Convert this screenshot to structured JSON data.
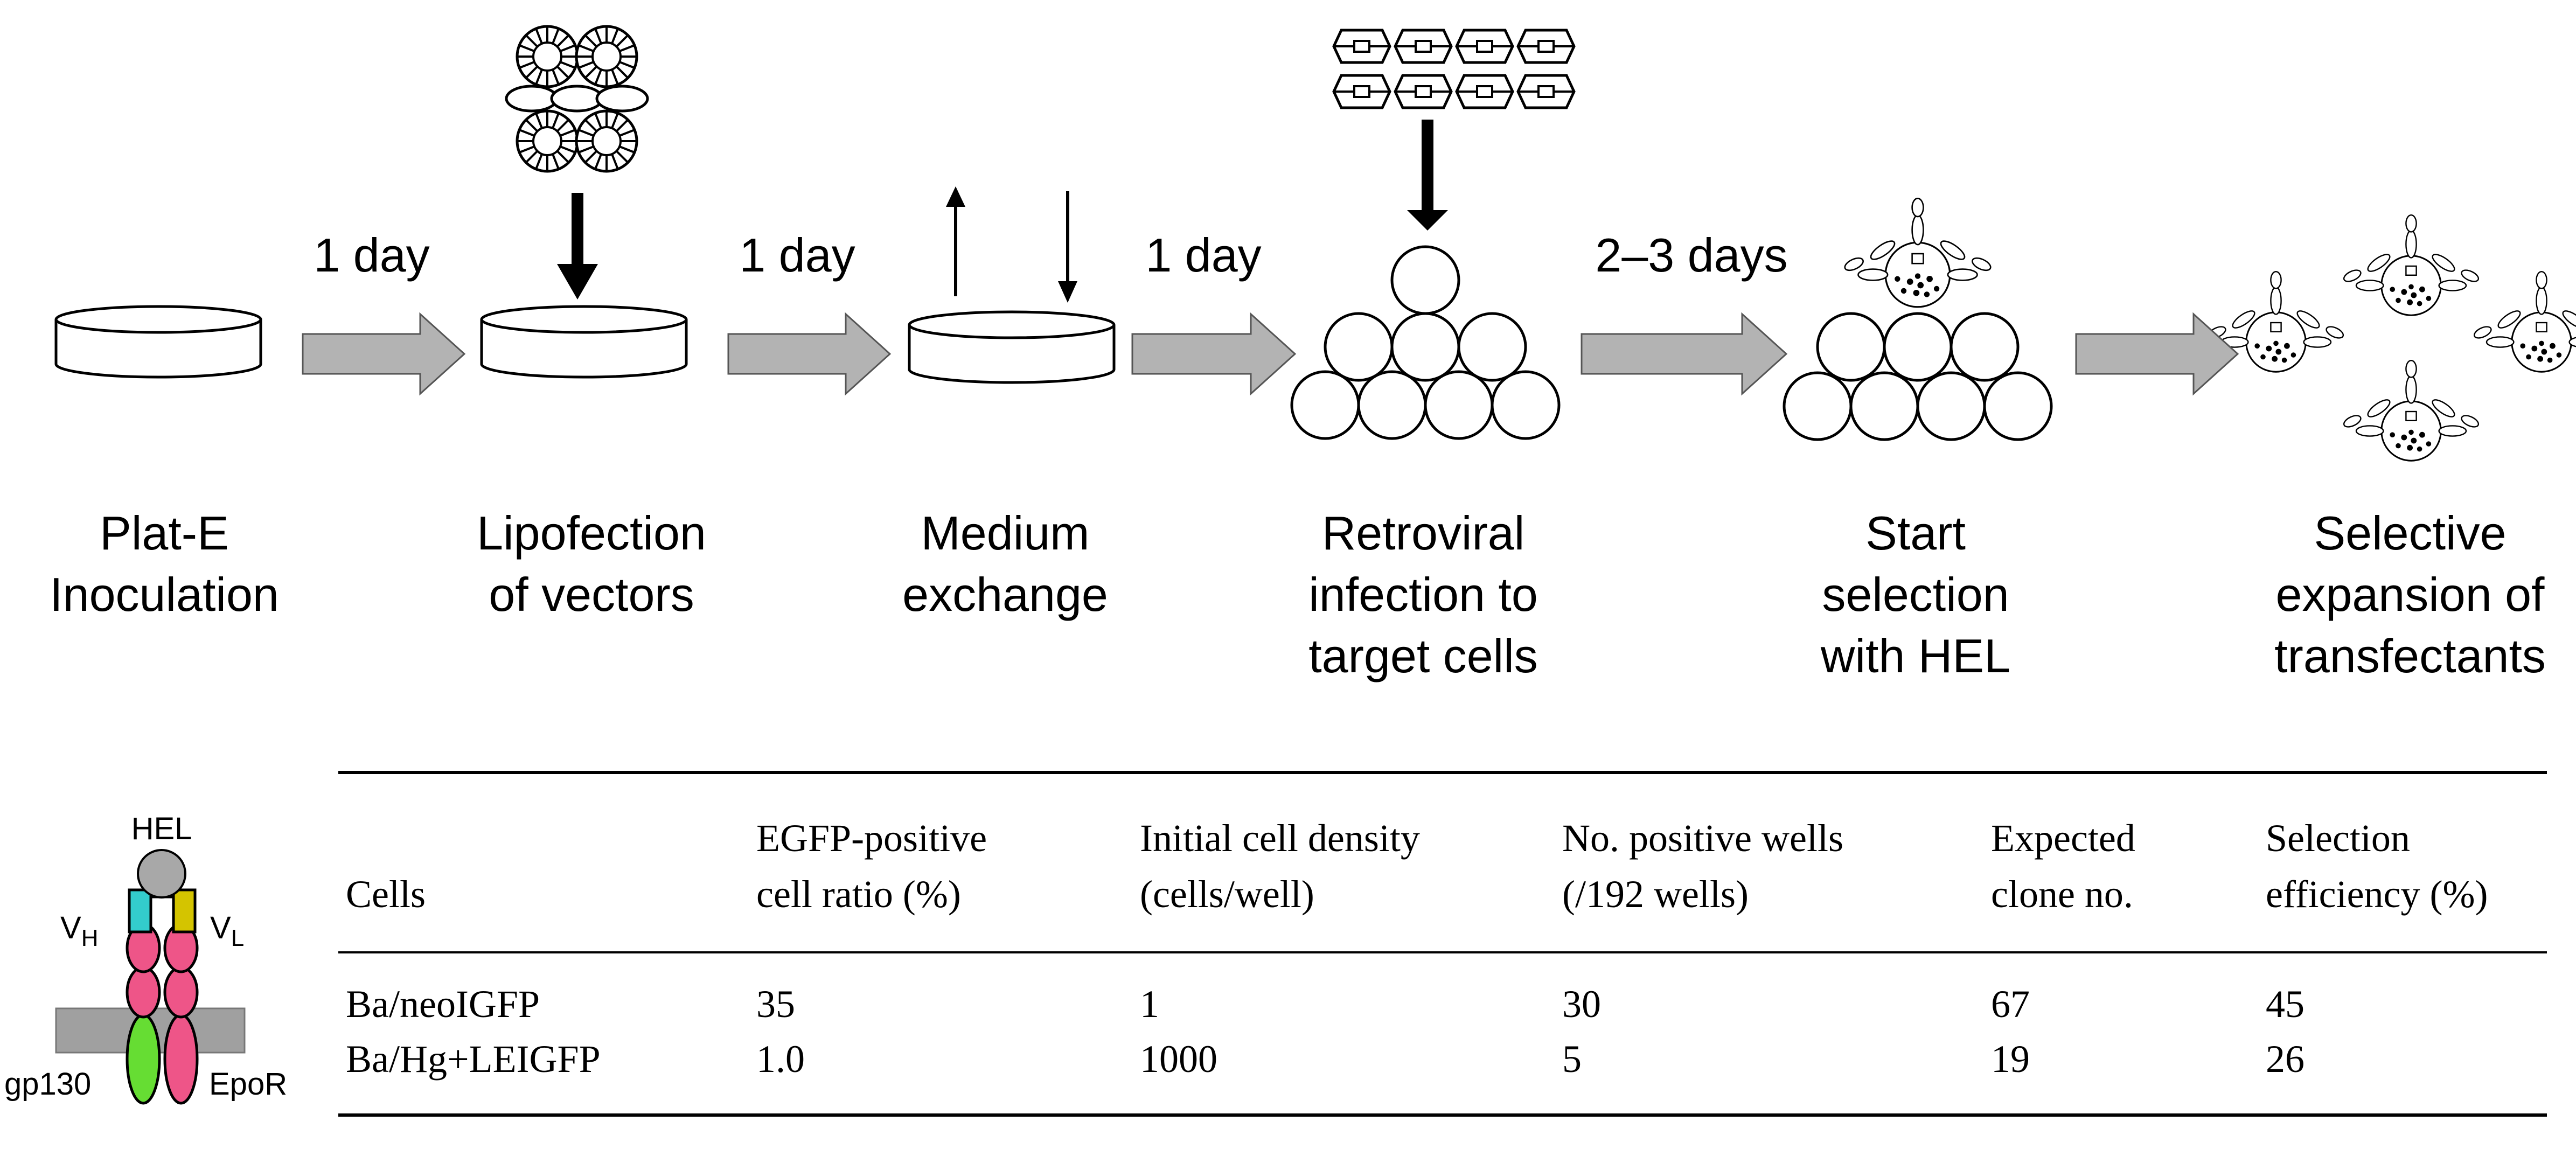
{
  "durations": [
    "1 day",
    "1 day",
    "1 day",
    "2–3 days"
  ],
  "steps": [
    {
      "lines": [
        "Plat-E",
        "Inoculation"
      ]
    },
    {
      "lines": [
        "Lipofection",
        "of vectors"
      ]
    },
    {
      "lines": [
        "Medium",
        "exchange"
      ]
    },
    {
      "lines": [
        "Retroviral",
        "infection to",
        "target cells"
      ]
    },
    {
      "lines": [
        "Start",
        "selection",
        "with HEL"
      ]
    },
    {
      "lines": [
        "Selective",
        "expansion of",
        "transfectants"
      ]
    }
  ],
  "receptor": {
    "ligand": "HEL",
    "vh": "V",
    "vh_sub": "H",
    "vl": "V",
    "vl_sub": "L",
    "left_chain": "gp130",
    "right_chain": "EpoR"
  },
  "colors": {
    "arrow_fill": "#b3b3b3",
    "vh": "#33cccc",
    "vl": "#d4c400",
    "pink": "#ee5588",
    "green": "#66dd33",
    "ligand": "#a8a8a8",
    "membrane": "#a0a0a0"
  },
  "icons": [
    "dish-icon",
    "plasmid-icon",
    "virus-icon",
    "cell-icon",
    "receptor-cell-icon"
  ],
  "table": {
    "headers": [
      [
        "Cells"
      ],
      [
        "EGFP-positive",
        "cell ratio (%)"
      ],
      [
        "Initial cell density",
        "(cells/well)"
      ],
      [
        "No. positive wells",
        "(/192 wells)"
      ],
      [
        "Expected",
        "clone no."
      ],
      [
        "Selection",
        "efficiency (%)"
      ]
    ],
    "rows": [
      [
        "Ba/neoIGFP",
        "35",
        "1",
        "30",
        "67",
        "45"
      ],
      [
        "Ba/Hg+LEIGFP",
        "1.0",
        "1000",
        "5",
        "19",
        "26"
      ]
    ]
  }
}
